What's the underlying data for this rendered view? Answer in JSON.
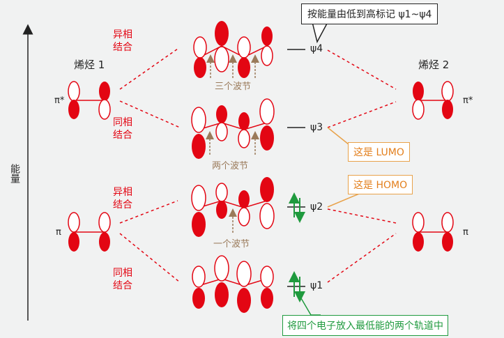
{
  "axis": {
    "label": "能量"
  },
  "alkene_left": {
    "title": "烯烃 1",
    "pi_star": "π*",
    "pi": "π"
  },
  "alkene_right": {
    "title": "烯烃 2",
    "pi_star": "π*",
    "pi": "π"
  },
  "combinations": {
    "upper_out": "异相\n结合",
    "upper_in": "同相\n结合",
    "lower_out": "异相\n结合",
    "lower_in": "同相\n结合"
  },
  "orbitals": {
    "psi4": "ψ4",
    "psi3": "ψ3",
    "psi2": "ψ2",
    "psi1": "ψ1"
  },
  "nodes": {
    "three": "三个波节",
    "two": "两个波节",
    "one": "一个波节"
  },
  "callouts": {
    "ordering": "按能量由低到高标记 ψ1~ψ4",
    "lumo": "这是 LUMO",
    "homo": "这是 HOMO",
    "electrons": "将四个电子放入最低能的两个轨道中"
  },
  "colors": {
    "lobe_red": "#e30613",
    "dashed_red": "#e30613",
    "arrow_brown": "#9a7a5a",
    "electron_green": "#1f9a3e",
    "callout_orange": "#e8a24a"
  }
}
